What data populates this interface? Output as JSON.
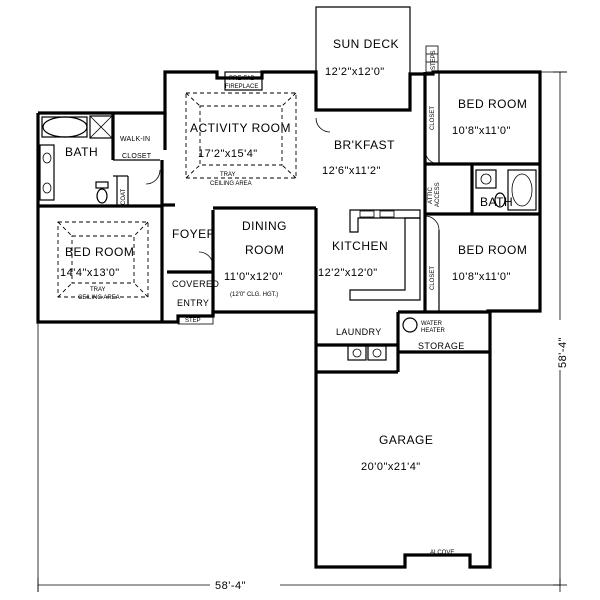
{
  "rooms": {
    "sun_deck": {
      "name": "SUN DECK",
      "dims": "12'2\"x12'0\""
    },
    "activity_room": {
      "name": "ACTIVITY ROOM",
      "dims": "17'2\"x15'4\"",
      "tray": "TRAY",
      "tray_note": "CEILING AREA"
    },
    "fireplace": {
      "line1": "PRE-FAB",
      "line2": "FIREPLACE"
    },
    "bath_left": {
      "name": "BATH"
    },
    "walk_in": {
      "line1": "WALK-IN",
      "line2": "CLOSET"
    },
    "coat": {
      "name": "COAT"
    },
    "bedroom_left": {
      "name": "BED ROOM",
      "dims": "14'4\"x13'0\"",
      "tray": "TRAY",
      "tray_note": "CEILING AREA"
    },
    "foyer": {
      "name": "FOYER"
    },
    "covered_entry": {
      "line1": "COVERED",
      "line2": "ENTRY"
    },
    "step_front": {
      "name": "STEP"
    },
    "dining": {
      "line1": "DINING",
      "line2": "ROOM",
      "dims": "11'0\"x12'0\"",
      "note": "(12'0\" CLG. HGT.)"
    },
    "brkfast": {
      "name": "BR'KFAST",
      "dims": "12'6\"x11'2\""
    },
    "kitchen": {
      "name": "KITCHEN",
      "dims": "12'2\"x12'0\""
    },
    "bedroom_top_right": {
      "name": "BED ROOM",
      "dims": "10'8\"x11'0\""
    },
    "bedroom_bottom_right": {
      "name": "BED ROOM",
      "dims": "10'8\"x11'0\""
    },
    "bath_right": {
      "name": "BATH"
    },
    "closet_upper": {
      "name": "CLOSET"
    },
    "closet_lower": {
      "name": "CLOSET"
    },
    "attic": {
      "line1": "ATTIC",
      "line2": "ACCESS"
    },
    "steps_deck": {
      "name": "STEPS"
    },
    "laundry": {
      "name": "LAUNDRY"
    },
    "storage": {
      "name": "STORAGE"
    },
    "water_heater": {
      "line1": "WATER",
      "line2": "HEATER"
    },
    "garage": {
      "name": "GARAGE",
      "dims": "20'0\"x21'4\""
    },
    "alcove": {
      "name": "ALCOVE"
    }
  },
  "dimensions": {
    "overall_width": "58'-4\"",
    "overall_depth": "58'-4\""
  }
}
